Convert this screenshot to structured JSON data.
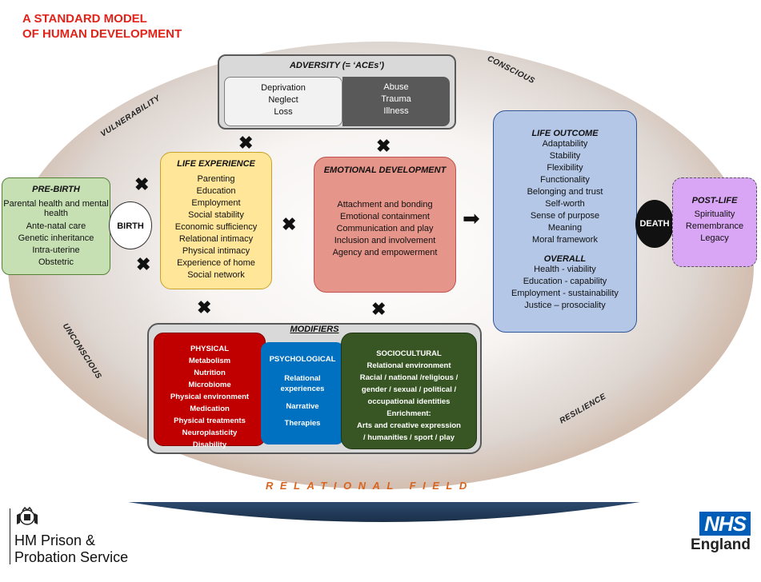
{
  "title": {
    "line1": "A STANDARD MODEL",
    "line2": "OF HUMAN DEVELOPMENT"
  },
  "labels": {
    "conscious": "CONSCIOUS",
    "vulnerability": "VULNERABILITY",
    "unconscious": "UNCONSCIOUS",
    "resilience": "RESILIENCE",
    "relational_field": "RELATIONAL FIELD"
  },
  "adversity": {
    "title": "ADVERSITY (= ‘ACEs’)",
    "left": [
      "Deprivation",
      "Neglect",
      "Loss"
    ],
    "right": [
      "Abuse",
      "Trauma",
      "Illness"
    ]
  },
  "pre_birth": {
    "title": "PRE-BIRTH",
    "items": [
      "Parental health and mental health",
      "Ante-natal care",
      "Genetic inheritance",
      "Intra-uterine",
      "Obstetric"
    ]
  },
  "birth": "BIRTH",
  "life_experience": {
    "title": "LIFE EXPERIENCE",
    "items": [
      "Parenting",
      "Education",
      "Employment",
      "Social stability",
      "Economic sufficiency",
      "Relational intimacy",
      "Physical intimacy",
      "Experience of home",
      "Social network"
    ]
  },
  "emotional_development": {
    "title": "EMOTIONAL DEVELOPMENT",
    "items": [
      "Attachment and bonding",
      "Emotional containment",
      "Communication and play",
      "Inclusion and involvement",
      "Agency and empowerment"
    ]
  },
  "life_outcome": {
    "title": "LIFE OUTCOME",
    "items": [
      "Adaptability",
      "Stability",
      "Flexibility",
      "Functionality",
      "Belonging and trust",
      "Self-worth",
      "Sense of purpose",
      "Meaning",
      "Moral framework"
    ],
    "overall_title": "OVERALL",
    "overall_items": [
      "Health - viability",
      "Education - capability",
      "Employment - sustainability",
      "Justice – prosociality"
    ]
  },
  "death": "DEATH",
  "post_life": {
    "title": "POST-LIFE",
    "items": [
      "Spirituality",
      "Remembrance",
      "Legacy"
    ]
  },
  "modifiers": {
    "title": "MODIFIERS",
    "physical": {
      "title": "PHYSICAL",
      "items": [
        "Metabolism",
        "Nutrition",
        "Microbiome",
        "Physical environment",
        "Medication",
        "Physical treatments",
        "Neuroplasticity",
        "Disability"
      ]
    },
    "psychological": {
      "title": "PSYCHOLOGICAL",
      "items": [
        "Relational experiences",
        "Narrative",
        "Therapies"
      ]
    },
    "sociocultural": {
      "title": "SOCIOCULTURAL",
      "items": [
        "Relational environment",
        "Racial / national /religious /",
        "gender /  sexual / political /",
        "occupational identities",
        "Enrichment:",
        "Arts and creative expression",
        "/ humanities / sport / play"
      ]
    }
  },
  "footer": {
    "hmpps_line1": "HM Prison &",
    "hmpps_line2": "Probation Service",
    "nhs_badge": "NHS",
    "nhs_region": "England"
  },
  "colors": {
    "pre_birth_bg": "#c6e0b4",
    "life_exp_bg": "#ffe699",
    "emotional_bg": "#e6958a",
    "outcome_bg": "#b4c7e7",
    "post_life_bg": "#d9a6f5",
    "physical_bg": "#c00000",
    "psych_bg": "#0070c0",
    "socio_bg": "#375623",
    "nhs_blue": "#005eb8",
    "title_red": "#e2231a"
  }
}
